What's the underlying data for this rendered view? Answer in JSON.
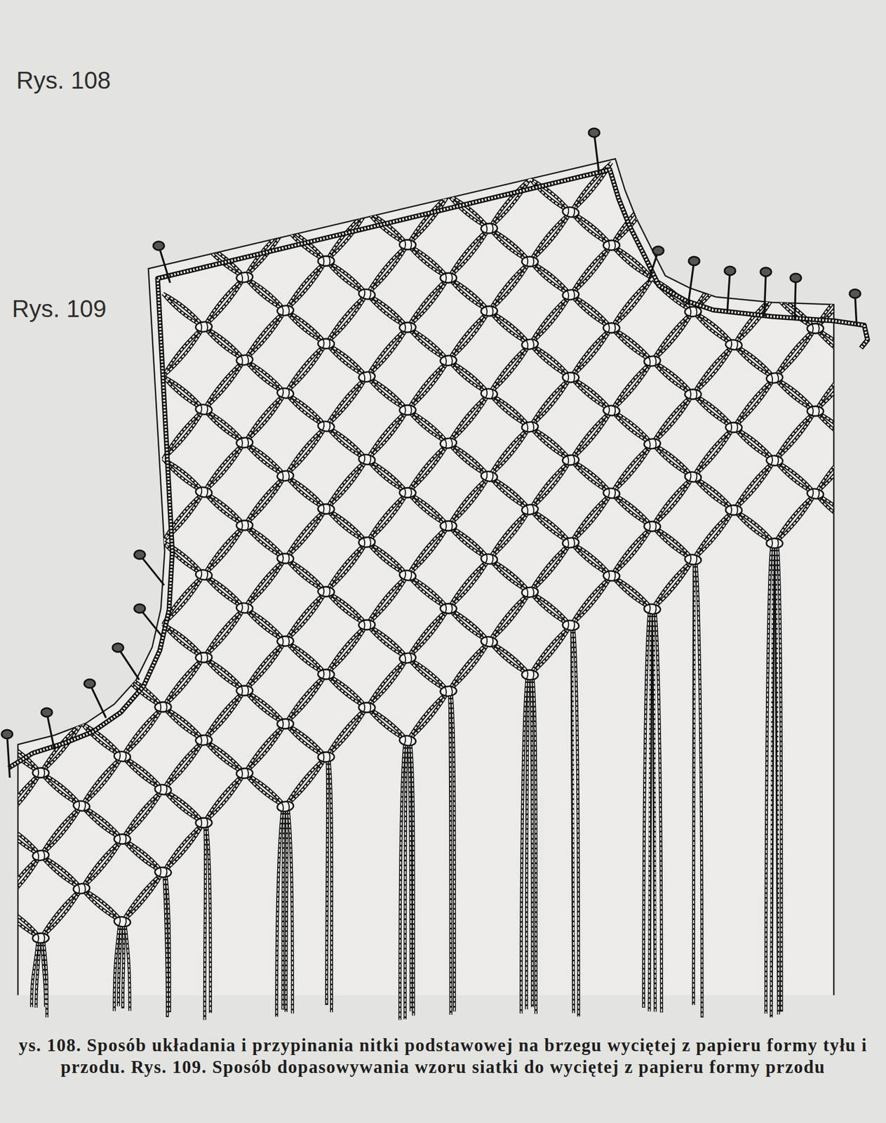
{
  "diagram": {
    "caption": "ys. 108. Sposób układania i przypinania nitki podstawowej na brzegu wyciętej z papieru formy tyłu i przodu. Rys. 109. Sposób dopasowywania wzoru siatki do wyciętej z papieru formy przodu",
    "labels": [
      "Rys. 108",
      "Rys. 109"
    ]
  }
}
